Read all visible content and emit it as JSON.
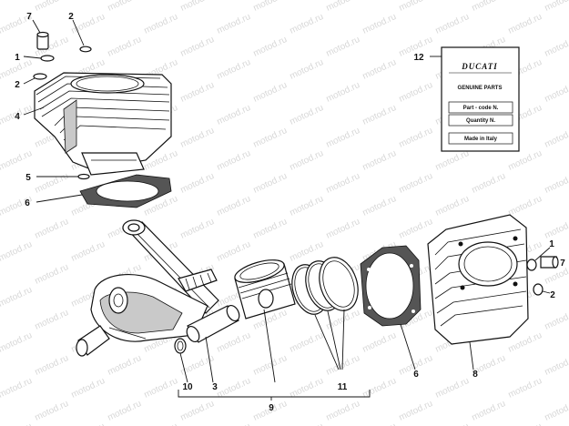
{
  "watermark_text": "motod.ru",
  "callouts": {
    "c1_top": "1",
    "c2_top": "2",
    "c7_top": "7",
    "c2_left": "2",
    "c4": "4",
    "c5": "5",
    "c6_left": "6",
    "c12": "12",
    "c1_right": "1",
    "c7_right": "7",
    "c2_right": "2",
    "c10": "10",
    "c3": "3",
    "c11": "11",
    "c6_bottom": "6",
    "c8": "8",
    "c9": "9"
  },
  "label_card": {
    "brand": "DUCATI",
    "genuine": "GENUINE PARTS",
    "part_code": "Part - code N.",
    "quantity": "Quantity N.",
    "made_in": "Made in Italy"
  }
}
